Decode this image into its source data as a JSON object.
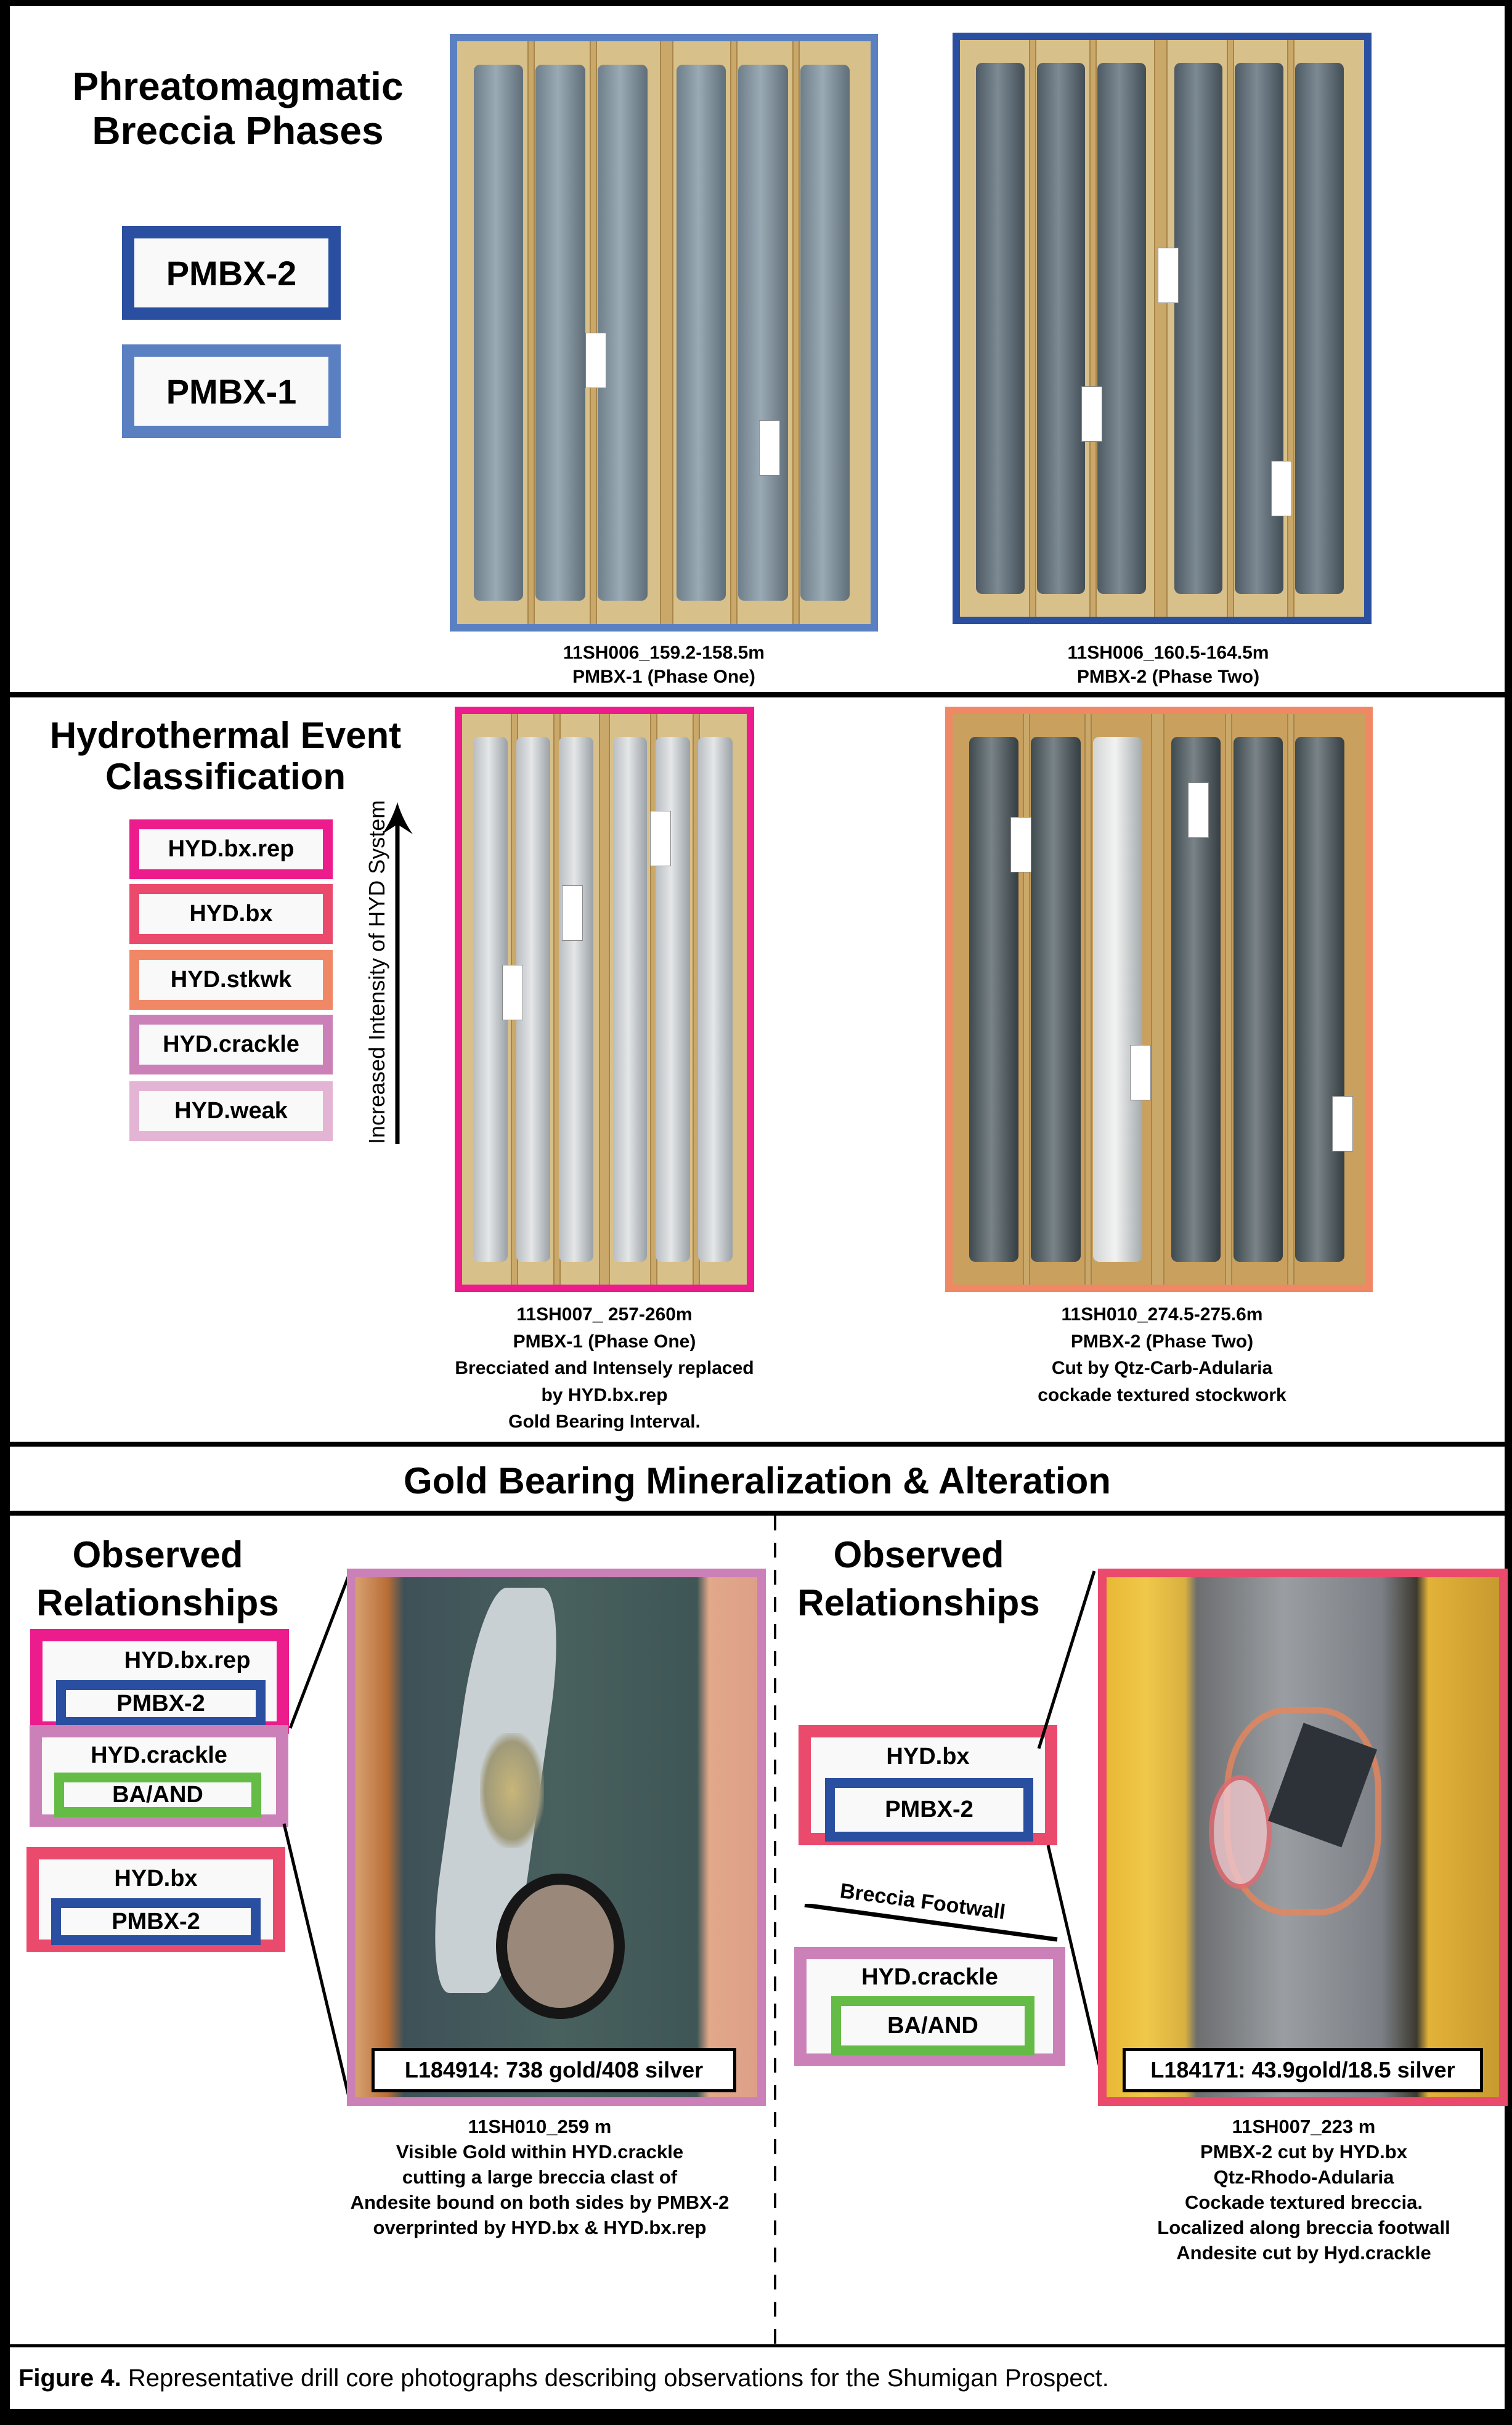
{
  "colors": {
    "pmbx2": "#2b4fa0",
    "pmbx1": "#5b80c2",
    "hyd_bx_rep": "#ec1c8c",
    "hyd_bx": "#ea4a6c",
    "hyd_stkwk": "#f08866",
    "hyd_crackle": "#cc80b8",
    "hyd_weak": "#e4b4d4",
    "ba_and": "#64bb46"
  },
  "section1": {
    "title_line1": "Phreatomagmatic",
    "title_line2": "Breccia Phases",
    "legend": [
      {
        "label": "PMBX-2",
        "color": "#2b4fa0"
      },
      {
        "label": "PMBX-1",
        "color": "#5b80c2"
      }
    ],
    "photos": [
      {
        "caption_line1": "11SH006_159.2-158.5m",
        "caption_line2": "PMBX-1 (Phase One)",
        "frame_color": "#5b80c2"
      },
      {
        "caption_line1": "11SH006_160.5-164.5m",
        "caption_line2": "PMBX-2 (Phase Two)",
        "frame_color": "#2b4fa0"
      }
    ]
  },
  "section2": {
    "title_line1": "Hydrothermal Event",
    "title_line2": "Classification",
    "legend": [
      {
        "label": "HYD.bx.rep",
        "color": "#ec1c8c"
      },
      {
        "label": "HYD.bx",
        "color": "#ea4a6c"
      },
      {
        "label": "HYD.stkwk",
        "color": "#f08866"
      },
      {
        "label": "HYD.crackle",
        "color": "#cc80b8"
      },
      {
        "label": "HYD.weak",
        "color": "#e4b4d4"
      }
    ],
    "arrow_label": "Increased Intensity of HYD System",
    "photos": [
      {
        "frame_color": "#ec1c8c",
        "caption": [
          "11SH007_ 257-260m",
          "PMBX-1 (Phase One)",
          "Brecciated and Intensely replaced",
          "by HYD.bx.rep",
          "Gold Bearing Interval."
        ]
      },
      {
        "frame_color": "#f08866",
        "caption": [
          "11SH010_274.5-275.6m",
          "PMBX-2 (Phase Two)",
          "Cut by Qtz-Carb-Adularia",
          "cockade textured stockwork"
        ]
      }
    ]
  },
  "section3": {
    "title": "Gold Bearing Mineralization & Alteration",
    "left": {
      "heading_line1": "Observed",
      "heading_line2": "Relationships",
      "relationships": [
        {
          "outer": "HYD.bx.rep",
          "inner": "PMBX-2"
        },
        {
          "outer": "HYD.crackle",
          "inner": "BA/AND"
        },
        {
          "outer": "HYD.bx",
          "inner": "PMBX-2"
        }
      ],
      "assay": "L184914: 738 gold/408 silver",
      "caption": [
        "11SH010_259 m",
        "Visible Gold within HYD.crackle",
        "cutting a large breccia clast of",
        "Andesite bound on both sides by PMBX-2",
        "overprinted by HYD.bx & HYD.bx.rep"
      ]
    },
    "right": {
      "heading_line1": "Observed",
      "heading_line2": "Relationships",
      "relationships": [
        {
          "outer": "HYD.bx",
          "inner": "PMBX-2"
        },
        {
          "outer": "HYD.crackle",
          "inner": "BA/AND"
        }
      ],
      "footwall_label": "Breccia Footwall",
      "assay": "L184171: 43.9gold/18.5 silver",
      "caption": [
        "11SH007_223 m",
        "PMBX-2 cut by HYD.bx",
        "Qtz-Rhodo-Adularia",
        "Cockade textured breccia.",
        "Localized along breccia footwall",
        "Andesite cut by Hyd.crackle"
      ]
    }
  },
  "figure_caption": {
    "label": "Figure 4.",
    "text": " Representative drill core photographs describing observations for the Shumigan Prospect."
  }
}
